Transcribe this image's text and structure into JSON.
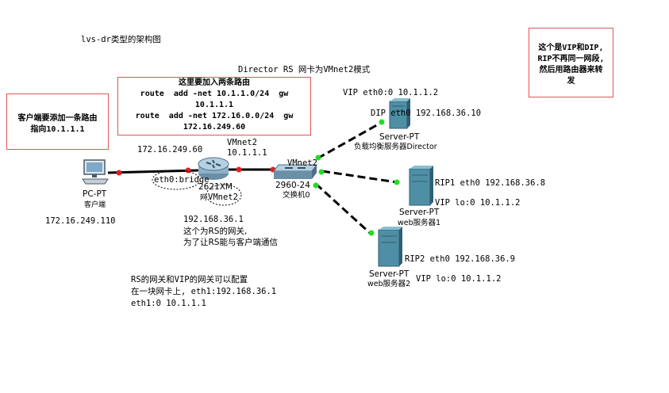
{
  "title": "lvs-dr类型的架构图",
  "header_note": "Director  RS 网卡为VMnet2模式",
  "route_box": {
    "lines": [
      "这里要加入两条路由",
      "route  add -net 10.1.1.0/24  gw",
      "10.1.1.1",
      "route  add -net 172.16.0.0/24  gw",
      "172.16.249.60"
    ]
  },
  "client_box": {
    "lines": [
      "客户端要添加一条路由",
      "指向10.1.1.1"
    ]
  },
  "note_box": {
    "lines": [
      "这个是VIP和DIP,",
      "RIP不再同一网段,",
      "然后用路由器来转",
      "发"
    ]
  },
  "pc": {
    "type": "PC-PT",
    "name": "客户端",
    "ip": "172.16.249.110"
  },
  "router": {
    "model": "2621XM",
    "left_ip": "172.16.249.60",
    "right_iface": "VMnet2",
    "right_ip": "10.1.1.1",
    "left_iface": "eth0:bridge",
    "bottom_iface": "VMnet2",
    "bottom_prefix": "网",
    "gw_ip": "192.168.36.1",
    "gw_note1": "这个为RS的网关,",
    "gw_note2": "为了让RS能与客户端通信"
  },
  "switch": {
    "model": "2960-24",
    "name": "交换机0",
    "iface": "VMnet2"
  },
  "director": {
    "type": "Server-PT",
    "name": "负载均衡服务器Director",
    "vip": "VIP eth0:0 10.1.1.2",
    "dip": "DIP eth0 192.168.36.10"
  },
  "web1": {
    "type": "Server-PT",
    "name": "web服务器1",
    "rip": "RIP1 eth0 192.168.36.8",
    "vip": "VIP  lo:0 10.1.1.2"
  },
  "web2": {
    "type": "Server-PT",
    "name": "web服务器2",
    "rip": "RIP2 eth0 192.168.36.9",
    "vip": "VIP  lo:0 10.1.1.2"
  },
  "bottom_note": {
    "lines": [
      "RS的网关和VIP的网关可以配置",
      "在一块网卡上, eth1:192.168.36.1",
      "eth1:0 10.1.1.1"
    ]
  },
  "colors": {
    "box_border": "#e05555",
    "link_up": "#22dd22",
    "link_down": "#e02020",
    "server": "#4f8fa6"
  }
}
